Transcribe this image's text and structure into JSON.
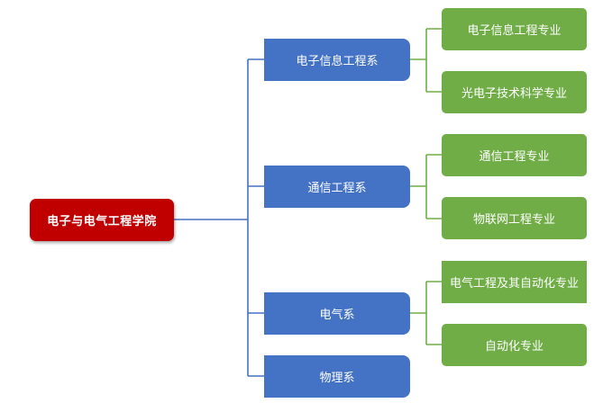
{
  "root": {
    "label": "电子与电气工程学院"
  },
  "departments": [
    {
      "label": "电子信息工程系",
      "majors": [
        "电子信息工程专业",
        "光电子技术科学专业"
      ]
    },
    {
      "label": "通信工程系",
      "majors": [
        "通信工程专业",
        "物联网工程专业"
      ]
    },
    {
      "label": "电气系",
      "majors": [
        "电气工程及其自动化专业",
        "自动化专业"
      ]
    },
    {
      "label": "物理系",
      "majors": []
    }
  ],
  "colors": {
    "root": "#c00000",
    "department": "#4472c4",
    "major": "#70ad47",
    "connector_root": "#4472c4",
    "connector_major": "#70ad47"
  }
}
